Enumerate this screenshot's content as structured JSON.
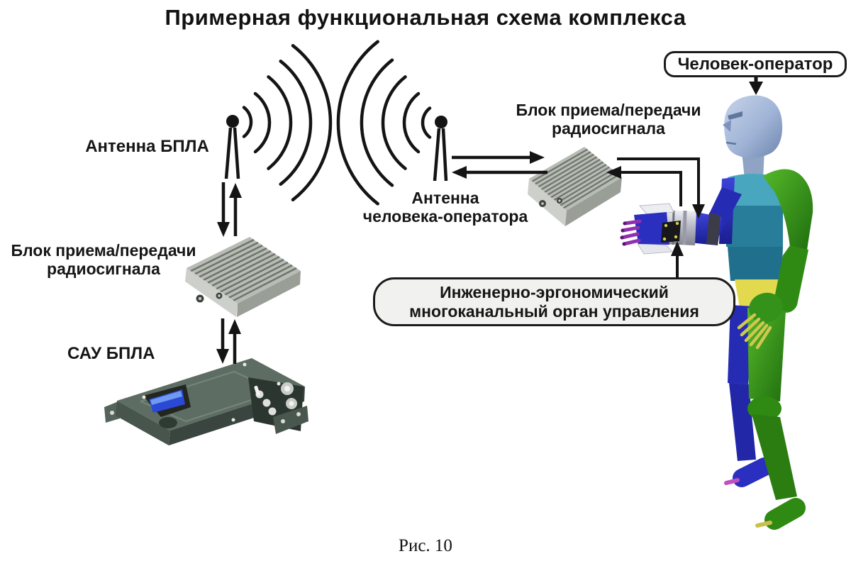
{
  "title": "Примерная функциональная схема комплекса",
  "caption": "Рис. 10",
  "nodes": {
    "uav_antenna": {
      "label": "Антенна БПЛА"
    },
    "uav_radio": {
      "line1": "Блок приема/передачи",
      "line2": "радиосигнала"
    },
    "uav_autopilot": {
      "label": "САУ БПЛА"
    },
    "operator_antenna": {
      "line1": "Антенна",
      "line2": "человека-оператора"
    },
    "operator_radio": {
      "line1": "Блок приема/передачи",
      "line2": "радиосигнала"
    },
    "operator": {
      "label": "Человек-оператор"
    },
    "control_organ": {
      "line1": "Инженерно-эргономический",
      "line2": "многоканальный орган управления"
    }
  },
  "edges": [
    {
      "from": "Антенна БПЛА",
      "to": "Блок приема/передачи радиосигнала (БПЛА)",
      "type": "double-arrow-vertical"
    },
    {
      "from": "Блок приема/передачи радиосигнала (БПЛА)",
      "to": "САУ БПЛА",
      "type": "double-arrow-vertical"
    },
    {
      "from": "Антенна БПЛА",
      "to": "Антенна человека-оператора",
      "type": "radio-waves"
    },
    {
      "from": "Антенна человека-оператора",
      "to": "Блок приема/передачи радиосигнала (оператора)",
      "type": "double-arrow-horizontal"
    },
    {
      "from": "Блок приема/передачи радиосигнала (оператора)",
      "to": "Инженерно-эргономический многоканальный орган управления",
      "type": "double-arrow-elbow"
    },
    {
      "from": "Человек-оператор",
      "to": "фигура оператора",
      "type": "pointer-arrow"
    },
    {
      "from": "Инженерно-эргономический многоканальный орган управления",
      "to": "орган управления на предплечье",
      "type": "pointer-arrow"
    }
  ],
  "colors": {
    "line": "#1a1a1a",
    "control_box_bg": "#f1f1f0",
    "radio_block": "#b7bcb4",
    "sau_block": "#5e6d63",
    "figure_head": "#9fb4d6",
    "figure_torso": "#2e84a0",
    "figure_near_limbs": "#2a2fc0",
    "figure_far_limbs": "#3c9a1e",
    "figure_pelvis": "#e3d94f",
    "device_metal": "#c9cdd4",
    "fingers_purple": "#9030b0",
    "fingers_yellow": "#cfc84e"
  }
}
